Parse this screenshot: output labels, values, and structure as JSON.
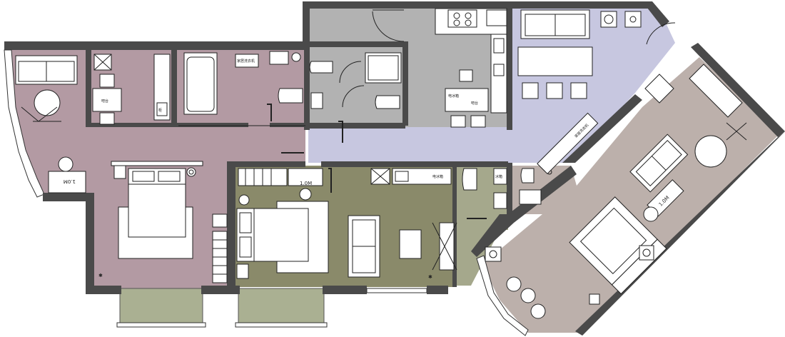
{
  "labels": {
    "dim_left": "1.0M",
    "dim_center": "1.0M",
    "dim_right": "1.0M",
    "balcony_table": "吧台",
    "laundry": "家居洗衣机",
    "kitchen_fridge": "电冰箱",
    "kitchen_bar": "吧台",
    "kitchen_fridge2": "电冰箱",
    "left_bath_cabinet": "柜",
    "right_cabinet": "冰箱",
    "right_tv": "家居洗衣机"
  }
}
